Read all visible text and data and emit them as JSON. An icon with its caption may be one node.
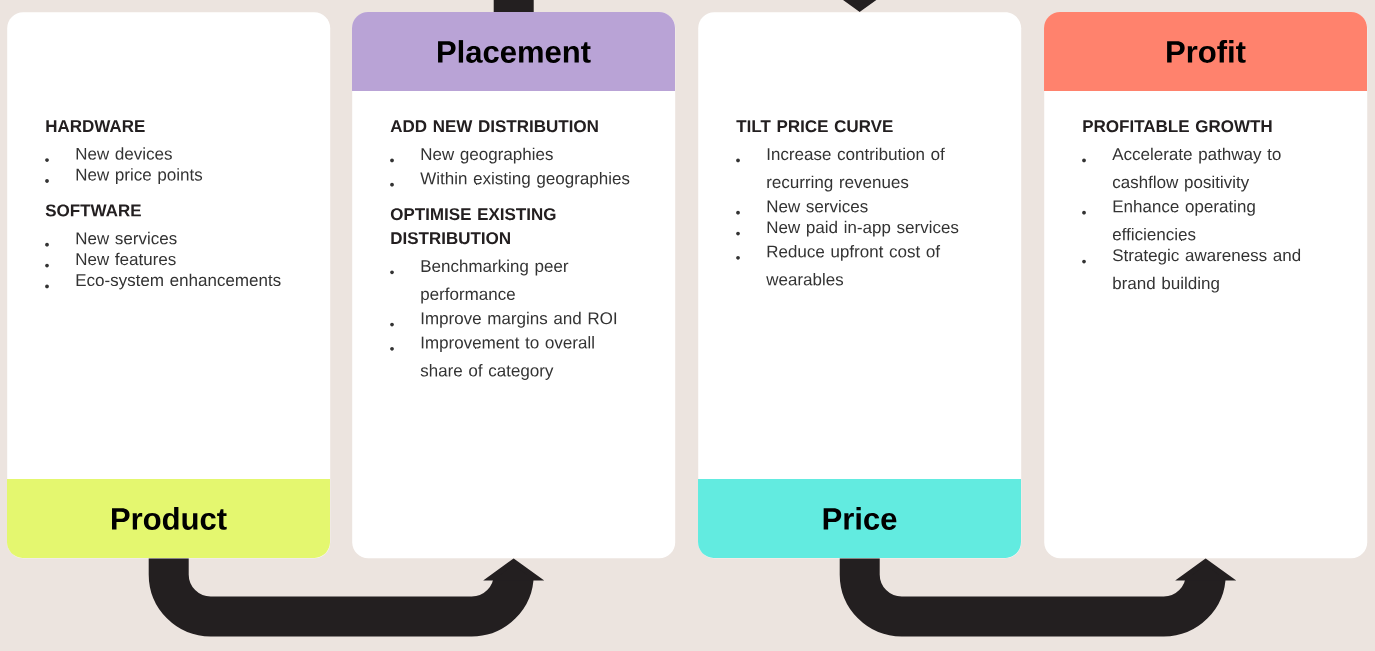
{
  "diagram": {
    "nodes": [
      {
        "text": [
          "HARDWARE",
          "New devices",
          "New price points",
          "SOFTWARE",
          "New services",
          "New features",
          "Eco-system enhancements",
          "Product"
        ]
      },
      {
        "text": [
          "Placement",
          "ADD NEW DISTRIBUTION",
          "New geographies",
          "Within existing geographies",
          "OPTIMISE EXISTING DISTRIBUTION",
          "Benchmarking peer performance",
          "Improve margins and ROI",
          "Improvement to overall share of category"
        ]
      },
      {
        "text": [
          "TILT PRICE CURVE",
          "Increase contribution of recurring revenues",
          "New services",
          "New paid in-app services",
          "Reduce upfront cost of wearables",
          "Price"
        ]
      },
      {
        "text": [
          "Profit",
          "PROFITABLE GROWTH",
          "Accelerate pathway to cashflow positivity",
          "Enhance operating efficiencies",
          "Strategic awareness and brand building"
        ]
      }
    ],
    "edges": [
      {
        "from": 0,
        "to": 1,
        "arrow": "to"
      },
      {
        "from": 1,
        "to": 2,
        "arrow": "to"
      },
      {
        "from": 2,
        "to": 3,
        "arrow": "to"
      }
    ]
  }
}
